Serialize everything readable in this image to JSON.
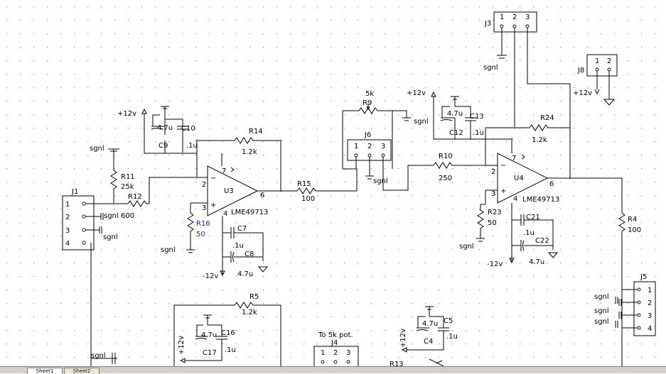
{
  "schematic": {
    "connectors": {
      "J1": {
        "ref": "J1",
        "pins": [
          "1",
          "2",
          "3",
          "4"
        ]
      },
      "J3": {
        "ref": "J3",
        "pins": [
          "1",
          "2",
          "3"
        ]
      },
      "J5": {
        "ref": "J5",
        "pins": [
          "1",
          "2",
          "3",
          "4"
        ]
      },
      "J6": {
        "ref": "J6",
        "pins": [
          "1",
          "2",
          "3"
        ]
      },
      "J8": {
        "ref": "J8",
        "pins": [
          "1",
          "2"
        ]
      },
      "J4": {
        "ref": "J4",
        "pins": [
          "1",
          "2",
          "3"
        ],
        "note": "To 5k pot."
      }
    },
    "opamps": {
      "U3": {
        "ref": "U3",
        "part": "LME49713",
        "pins": {
          "inv": "2",
          "noninv": "3",
          "out": "6",
          "vpos": "7",
          "vneg": "4"
        }
      },
      "U4": {
        "ref": "U4",
        "part": "LME49713",
        "pins": {
          "inv": "2",
          "noninv": "3",
          "out": "6",
          "vpos": "7",
          "vneg": "4"
        }
      }
    },
    "resistors": {
      "R4": {
        "ref": "R4",
        "value": "100"
      },
      "R5": {
        "ref": "R5",
        "value": "1.2k"
      },
      "R9": {
        "ref": "R9",
        "value": "5k"
      },
      "R10": {
        "ref": "R10",
        "value": "250"
      },
      "R11": {
        "ref": "R11",
        "value": "25k"
      },
      "R12": {
        "ref": "R12",
        "value": "600"
      },
      "R13": {
        "ref": "R13",
        "value": ""
      },
      "R14": {
        "ref": "R14",
        "value": "1.2k"
      },
      "R15": {
        "ref": "R15",
        "value": "100"
      },
      "R16": {
        "ref": "R16",
        "value": "50"
      },
      "R23": {
        "ref": "R23",
        "value": "50"
      },
      "R24": {
        "ref": "R24",
        "value": "1.2k"
      }
    },
    "capacitors": {
      "C4": {
        "ref": "C4",
        "value": "4.7u"
      },
      "C5": {
        "ref": "C5",
        "value": ".1u"
      },
      "C7": {
        "ref": "C7",
        "value": ".1u"
      },
      "C8": {
        "ref": "C8",
        "value": "4.7u"
      },
      "C9": {
        "ref": "C9",
        "value": "4.7u"
      },
      "C10": {
        "ref": "C10",
        "value": ".1u"
      },
      "C12": {
        "ref": "C12",
        "value": ".1u"
      },
      "C13": {
        "ref": "C13",
        "value": "4.7u"
      },
      "C16": {
        "ref": "C16",
        "value": "4.7u"
      },
      "C17": {
        "ref": "C17",
        "value": ".1u"
      },
      "C21": {
        "ref": "C21",
        "value": ".1u"
      },
      "C22": {
        "ref": "C22",
        "value": "4.7u"
      }
    },
    "nets": {
      "signal_ground": "sgnl",
      "pos_supply": "+12v",
      "neg_supply": "-12v"
    }
  },
  "tabs": [
    {
      "label": "Sheet1",
      "active": true
    },
    {
      "label": "Sheet2",
      "active": false
    }
  ],
  "colors": {
    "wire": "#000000",
    "grid_dot": "#8a8a8a",
    "highlight_text": "#1d2a9a"
  }
}
